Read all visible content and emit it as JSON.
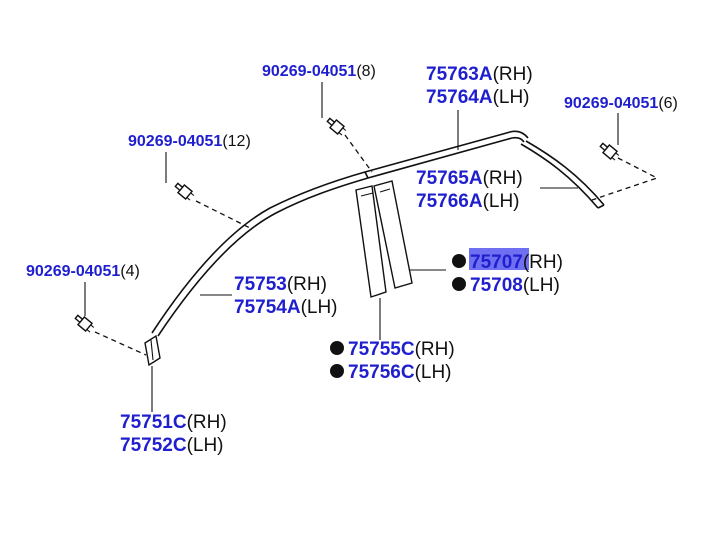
{
  "colors": {
    "part_number": "#1f1fcf",
    "highlight": "#6f6ff2",
    "line": "#111111",
    "background": "#ffffff"
  },
  "labels": {
    "clip_top": {
      "number": "90269-04051",
      "qty": "(8)"
    },
    "clip_right": {
      "number": "90269-04051",
      "qty": "(6)"
    },
    "clip_upper_left": {
      "number": "90269-04051",
      "qty": "(12)"
    },
    "clip_lower_left": {
      "number": "90269-04051",
      "qty": "(4)"
    },
    "roof_molding_rh": {
      "number": "75763A",
      "side": "(RH)"
    },
    "roof_molding_lh": {
      "number": "75764A",
      "side": "(LH)"
    },
    "rear_molding_rh": {
      "number": "75765A",
      "side": "(RH)"
    },
    "rear_molding_lh": {
      "number": "75766A",
      "side": "(LH)"
    },
    "pillar_garnish_rh": {
      "number": "75707",
      "side": "(RH)"
    },
    "pillar_garnish_lh": {
      "number": "75708",
      "side": "(LH)"
    },
    "windshield_molding_rh": {
      "number": "75753",
      "side": "(RH)"
    },
    "windshield_molding_lh": {
      "number": "75754A",
      "side": "(LH)"
    },
    "center_pillar_rh": {
      "number": "75755C",
      "side": "(RH)"
    },
    "center_pillar_lh": {
      "number": "75756C",
      "side": "(LH)"
    },
    "front_piece_rh": {
      "number": "75751C",
      "side": "(RH)"
    },
    "front_piece_lh": {
      "number": "75752C",
      "side": "(LH)"
    }
  }
}
